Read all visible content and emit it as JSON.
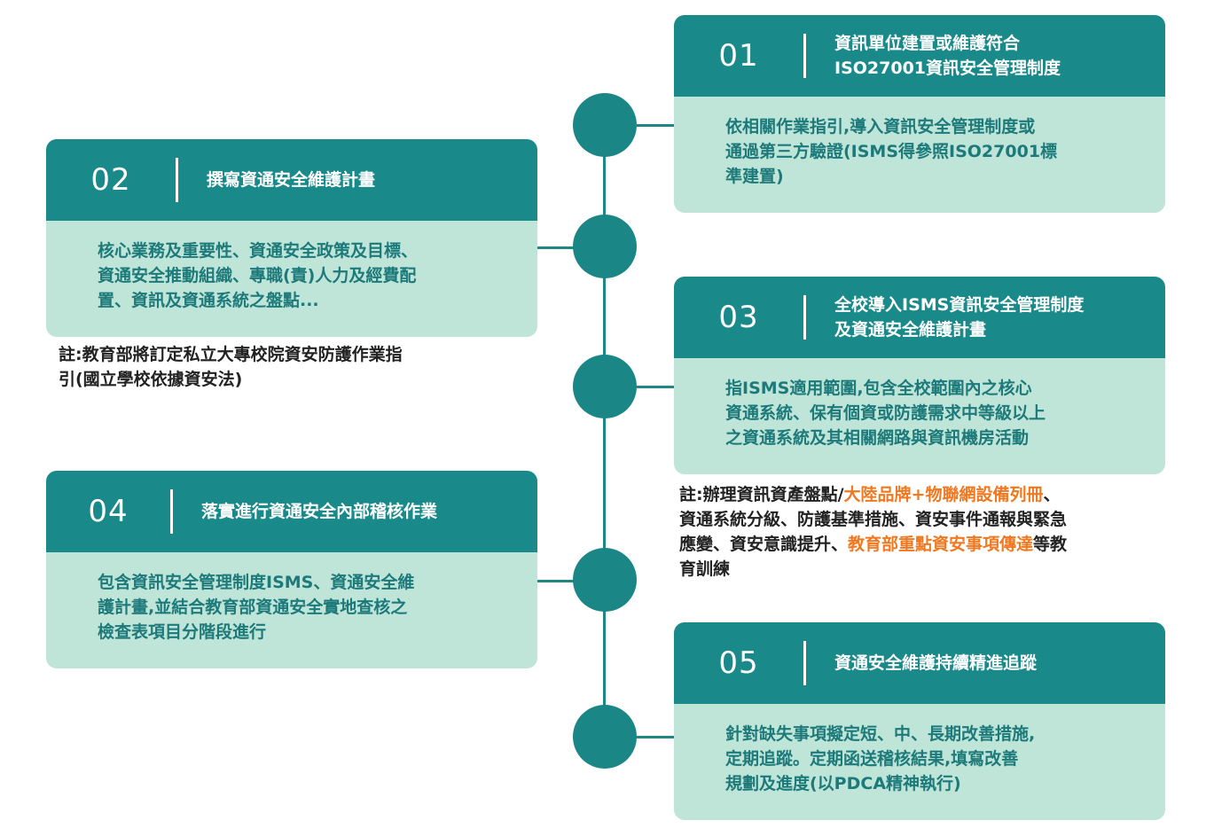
{
  "steps": [
    {
      "number": "01",
      "title_line1": "資訊單位建置或維護符合",
      "title_line2": "ISO27001資訊安全管理制度",
      "body_line1": "依相關作業指引,導入資訊安全管理制度或",
      "body_line2": "通過第三方驗證(ISMS得參照ISO27001標",
      "body_line3": "準建置)"
    },
    {
      "number": "02",
      "title_line1": "撰寫資通安全維護計畫",
      "body_line1": "核心業務及重要性、資通安全政策及目標、",
      "body_line2": "資通安全推動組織、專職(責)人力及經費配",
      "body_line3": "置、資訊及資通系統之盤點..."
    },
    {
      "number": "03",
      "title_line1": "全校導入ISMS資訊安全管理制度",
      "title_line2": "及資通安全維護計畫",
      "body_line1": "指ISMS適用範圍,包含全校範圍內之核心",
      "body_line2": "資通系統、保有個資或防護需求中等級以上",
      "body_line3": "之資通系統及其相關網路與資訊機房活動"
    },
    {
      "number": "04",
      "title_line1": "落實進行資通安全內部稽核作業",
      "body_line1": "包含資訊安全管理制度ISMS、資通安全維",
      "body_line2": "護計畫,並結合教育部資通安全實地查核之",
      "body_line3": "檢查表項目分階段進行"
    },
    {
      "number": "05",
      "title_line1": "資通安全維護持續精進追蹤",
      "body_line1": "針對缺失事項擬定短、中、長期改善措施,",
      "body_line2": "定期追蹤。定期函送稽核結果,填寫改善",
      "body_line3": "規劃及進度(以PDCA精神執行)"
    }
  ],
  "note_02": {
    "line1": "註:教育部將訂定私立大專校院資安防護作業指",
    "line2": "引(國立學校依據資安法)"
  },
  "note_03": {
    "line1_a": "註:辦理資訊資產盤點/",
    "line1_highlight": "大陸品牌+物聯網設備列冊",
    "line1_b": "、",
    "line2": "資通系統分級、防護基準措施、資安事件通報與緊急",
    "line3_a": "應變、資安意識提升、",
    "line3_highlight": "教育部重點資安事項傳達",
    "line3_b": "等教",
    "line4": "育訓練"
  },
  "colors": {
    "header_teal": "#19898a",
    "body_mint": "#bfe4d8",
    "body_text": "#1d7a7a",
    "highlight_orange": "#f07820",
    "timeline": "#1a8686"
  }
}
